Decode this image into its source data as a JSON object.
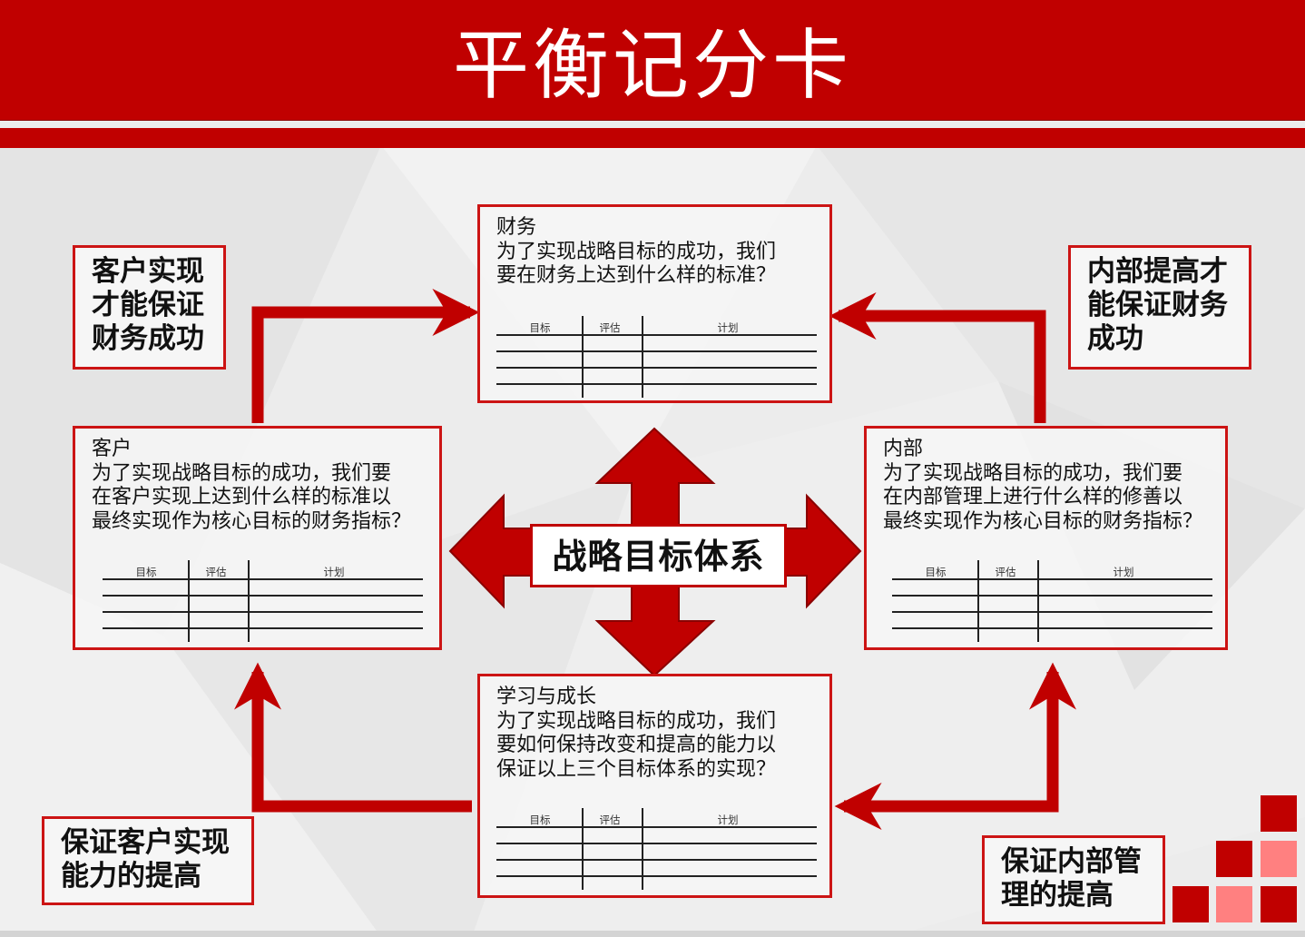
{
  "title": "平衡记分卡",
  "center_label": "战略目标体系",
  "table_headers": [
    "目标",
    "评估",
    "计划"
  ],
  "panels": {
    "finance": "财务\n为了实现战略目标的成功，我们\n要在财务上达到什么样的标准？",
    "customer": "客户\n为了实现战略目标的成功，我们要\n在客户实现上达到什么样的标准以\n最终实现作为核心目标的财务指标？",
    "internal": "内部\n为了实现战略目标的成功，我们要\n在内部管理上进行什么样的修善以\n最终实现作为核心目标的财务指标？",
    "learning": "学习与成长\n为了实现战略目标的成功，我们\n要如何保持改变和提高的能力以\n保证以上三个目标体系的实现？"
  },
  "notes": {
    "top_left": "客户实现\n才能保证\n财务成功",
    "top_right": "内部提高才\n能保证财务\n成功",
    "bottom_left": "保证客户实现\n能力的提高",
    "bottom_right": "保证内部管\n理的提高"
  },
  "colors": {
    "accent": "#c00000",
    "border": "#cc1414",
    "light_accent": "#ff8080"
  }
}
